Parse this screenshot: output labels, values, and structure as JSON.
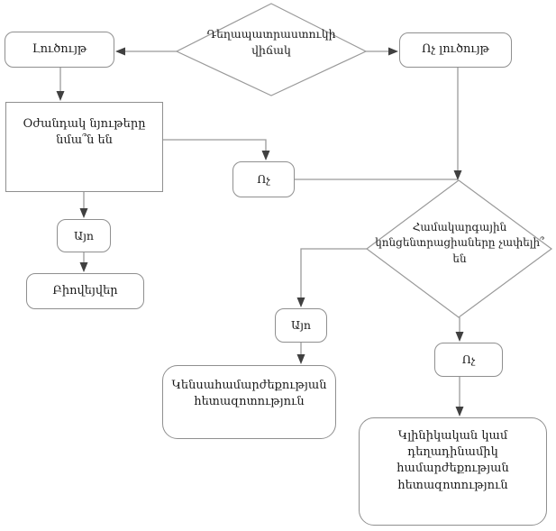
{
  "flowchart": {
    "decision_drug_state": "Դեղապատրաստուկի\nվիճակ",
    "solution": "Լուծույթ",
    "not_solution": "Ոչ լուծույթ",
    "excipients_question": "Օժանդակ նյութերը\nնմա՞ն են",
    "no_label_mid": "Ոչ",
    "decision_concentrations": "Համակարգային\nկոնցենտրացիաները չափելի՞\nեն",
    "yes_label_left": "Այո",
    "biowaiver": "Բիովեյվեր",
    "yes_label_mid": "Այո",
    "no_label_right": "Ոչ",
    "bioequivalence_study": "Կենսահամարժեքության\nհետազոտություն",
    "clinical_study": "Կլինիկական կամ\nդեղադինամիկ\nհամարժեքության\nհետազոտություն"
  },
  "colors": {
    "line": "#9a9a9a",
    "box_border": "#8f8f8f",
    "text": "#1a1a1a",
    "arrowhead": "#404040",
    "background": "#ffffff"
  }
}
